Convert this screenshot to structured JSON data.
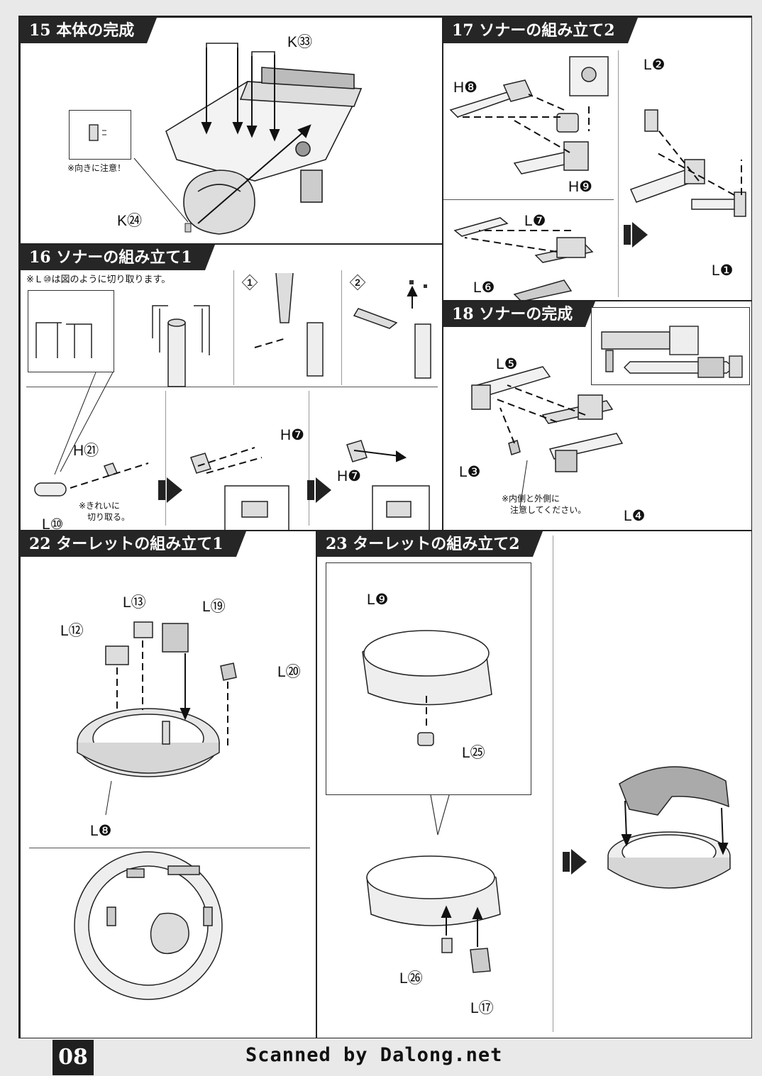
{
  "sections": {
    "s15": {
      "title": "15 本体の完成",
      "parts": [
        "K㉝",
        "K㉔"
      ],
      "note": "※向きに注意！"
    },
    "s16": {
      "title": "16 ソナーの組み立て1",
      "intro": "※Ｌ⑩は図のように切り取ります。",
      "step1": "1",
      "step2": "2",
      "parts": [
        "H㉑",
        "H❼",
        "H❼",
        "L⑩"
      ],
      "note1": "※きれいに",
      "note2": "切り取る。"
    },
    "s17": {
      "title": "17 ソナーの組み立て2",
      "parts": [
        "H❽",
        "H❾",
        "L❷",
        "L❼",
        "L❻",
        "L❶"
      ]
    },
    "s18": {
      "title": "18 ソナーの完成",
      "parts": [
        "L❺",
        "L❸",
        "L❹"
      ],
      "note1": "※内側と外側に",
      "note2": "注意してください。"
    },
    "s22": {
      "title": "22 ターレットの組み立て1",
      "parts": [
        "L⑫",
        "L⑬",
        "L⑲",
        "L⑳",
        "L❽"
      ]
    },
    "s23": {
      "title": "23 ターレットの組み立て2",
      "parts": [
        "L❾",
        "L㉕",
        "L㉖",
        "L⑰"
      ]
    }
  },
  "footer": {
    "page": "08",
    "credit": "Scanned by Dalong.net"
  }
}
